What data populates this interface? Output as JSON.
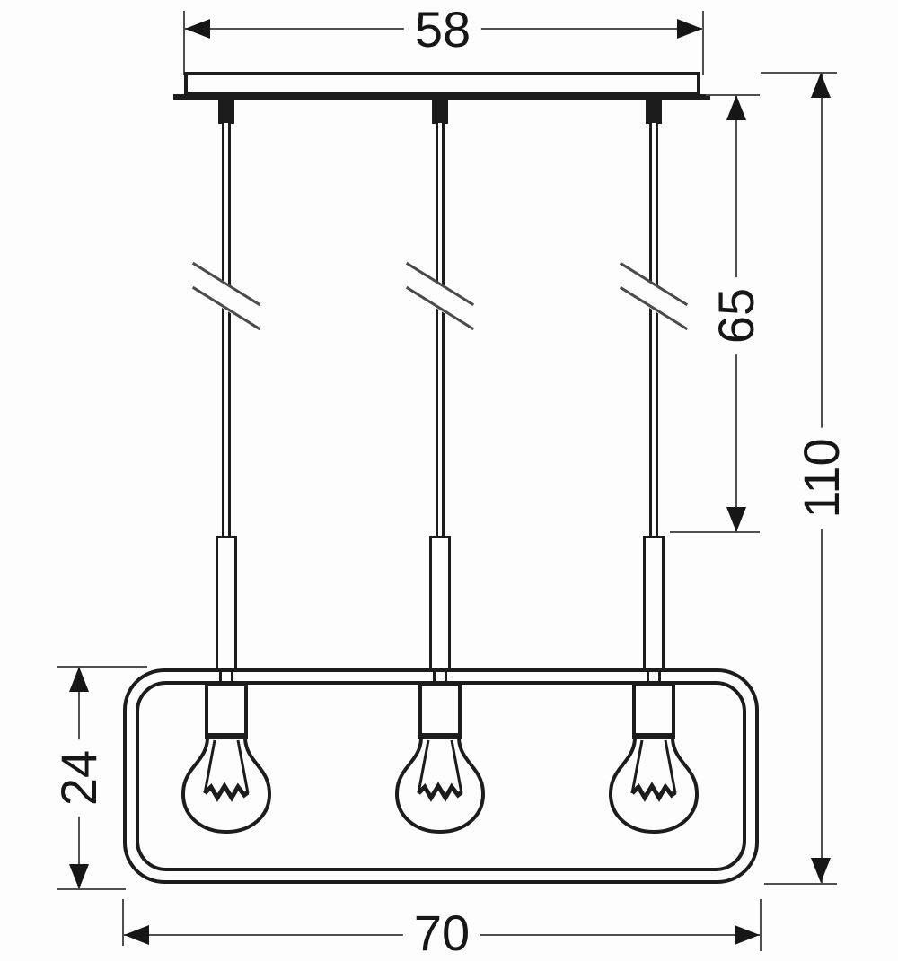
{
  "diagram": {
    "type": "technical-line-drawing",
    "lamp_count": 3,
    "colors": {
      "ink": "#1c1c1c",
      "dimension_line": "#4f4f4f",
      "background": "#fdfdfd"
    },
    "dimensions": {
      "canopy_width": "58",
      "cord_drop": "65",
      "total_height": "110",
      "frame_height": "24",
      "frame_width": "70"
    }
  }
}
